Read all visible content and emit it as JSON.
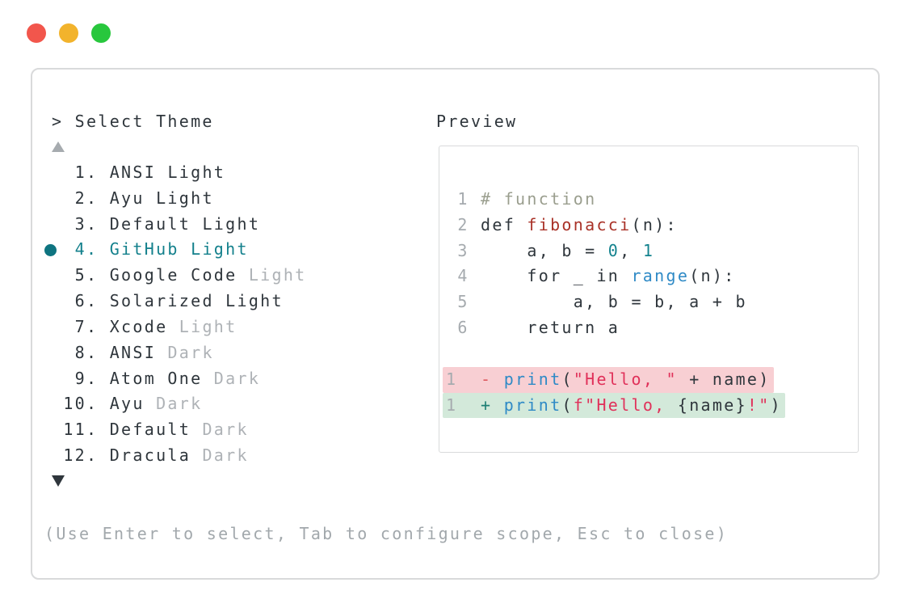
{
  "colors": {
    "ink": "#2f363c",
    "muted": "#aeb2b6",
    "gutter": "#a6abaf",
    "help": "#a2a8ac",
    "accent": "#13808c",
    "bullet": "#0e7480",
    "comment": "#9a9e8e",
    "func": "#a93228",
    "num": "#13828e",
    "blue": "#2f8ac6",
    "string": "#e0315a",
    "minus": "#dd5a5f",
    "plus": "#1e7f74",
    "diff_red_bg": "#f8cfd3",
    "diff_green_bg": "#d3e9da",
    "border": "#d9dadb",
    "traffic_red": "#f2564c",
    "traffic_yellow": "#f2b32c",
    "traffic_green": "#28c73d"
  },
  "window_controls": {
    "close": "close-button",
    "minimize": "minimize-button",
    "zoom": "zoom-button"
  },
  "icons": {
    "scroll_up": "triangle-up",
    "scroll_down": "triangle-down",
    "selected_marker": "filled-circle"
  },
  "selector": {
    "title": "> Select Theme",
    "items": [
      {
        "number": 1,
        "name": "ANSI",
        "suffix": "Light",
        "suffix_muted": false,
        "selected": false
      },
      {
        "number": 2,
        "name": "Ayu",
        "suffix": "Light",
        "suffix_muted": false,
        "selected": false
      },
      {
        "number": 3,
        "name": "Default",
        "suffix": "Light",
        "suffix_muted": false,
        "selected": false
      },
      {
        "number": 4,
        "name": "GitHub",
        "suffix": "Light",
        "suffix_muted": false,
        "selected": true
      },
      {
        "number": 5,
        "name": "Google Code",
        "suffix": "Light",
        "suffix_muted": true,
        "selected": false
      },
      {
        "number": 6,
        "name": "Solarized",
        "suffix": "Light",
        "suffix_muted": false,
        "selected": false
      },
      {
        "number": 7,
        "name": "Xcode",
        "suffix": "Light",
        "suffix_muted": true,
        "selected": false
      },
      {
        "number": 8,
        "name": "ANSI",
        "suffix": "Dark",
        "suffix_muted": true,
        "selected": false
      },
      {
        "number": 9,
        "name": "Atom One",
        "suffix": "Dark",
        "suffix_muted": true,
        "selected": false
      },
      {
        "number": 10,
        "name": "Ayu",
        "suffix": "Dark",
        "suffix_muted": true,
        "selected": false
      },
      {
        "number": 11,
        "name": "Default",
        "suffix": "Dark",
        "suffix_muted": true,
        "selected": false
      },
      {
        "number": 12,
        "name": "Dracula",
        "suffix": "Dark",
        "suffix_muted": true,
        "selected": false
      }
    ],
    "help": "(Use Enter to select, Tab to configure scope, Esc to close)"
  },
  "preview": {
    "label": "Preview",
    "code_lines": [
      {
        "num": "1",
        "segments": [
          {
            "x": "# function",
            "t": "comment"
          }
        ]
      },
      {
        "num": "2",
        "segments": [
          {
            "x": "def ",
            "t": "plain"
          },
          {
            "x": "fibonacci",
            "t": "func"
          },
          {
            "x": "(n):",
            "t": "plain"
          }
        ]
      },
      {
        "num": "3",
        "segments": [
          {
            "x": "    a, b = ",
            "t": "plain"
          },
          {
            "x": "0",
            "t": "number"
          },
          {
            "x": ", ",
            "t": "plain"
          },
          {
            "x": "1",
            "t": "number"
          }
        ]
      },
      {
        "num": "4",
        "segments": [
          {
            "x": "    for _ in ",
            "t": "plain"
          },
          {
            "x": "range",
            "t": "builtin"
          },
          {
            "x": "(n):",
            "t": "plain"
          }
        ]
      },
      {
        "num": "5",
        "segments": [
          {
            "x": "        a, b = b, a + b",
            "t": "plain"
          }
        ]
      },
      {
        "num": "6",
        "segments": [
          {
            "x": "    return a",
            "t": "plain"
          }
        ]
      }
    ],
    "diff_lines": [
      {
        "num": "1",
        "type": "removed",
        "segments": [
          {
            "x": "  ",
            "t": "plain"
          },
          {
            "x": "- ",
            "t": "minus"
          },
          {
            "x": "print",
            "t": "builtin"
          },
          {
            "x": "(",
            "t": "plain"
          },
          {
            "x": "\"Hello, \"",
            "t": "string"
          },
          {
            "x": " + name)",
            "t": "plain"
          }
        ]
      },
      {
        "num": "1",
        "type": "added",
        "segments": [
          {
            "x": "  ",
            "t": "plain"
          },
          {
            "x": "+ ",
            "t": "plus"
          },
          {
            "x": "print",
            "t": "builtin"
          },
          {
            "x": "(",
            "t": "plain"
          },
          {
            "x": "f\"Hello, ",
            "t": "string"
          },
          {
            "x": "{name}",
            "t": "plain"
          },
          {
            "x": "!\"",
            "t": "string"
          },
          {
            "x": ")",
            "t": "plain"
          }
        ]
      }
    ]
  }
}
